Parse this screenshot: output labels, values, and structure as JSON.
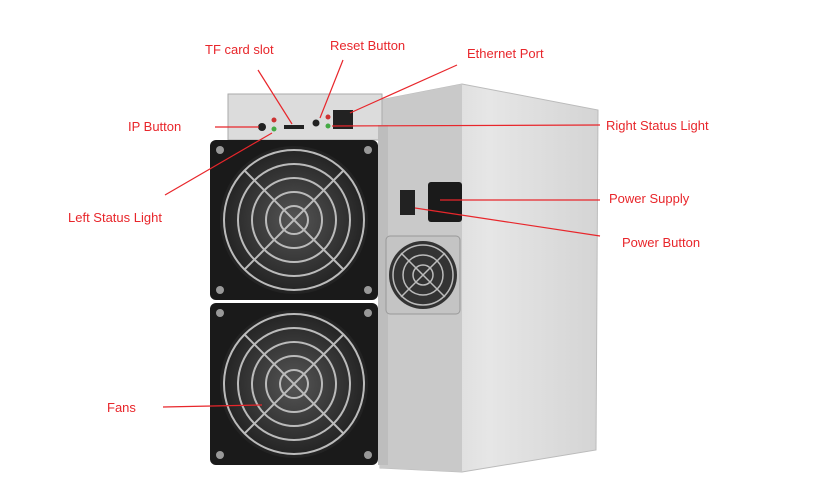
{
  "labels": {
    "tf_card_slot": "TF card slot",
    "reset_button": "Reset Button",
    "ethernet_port": "Ethernet Port",
    "ip_button": "IP Button",
    "right_status_light": "Right Status Light",
    "left_status_light": "Left Status Light",
    "power_supply": "Power Supply",
    "power_button": "Power Button",
    "fans": "Fans"
  },
  "colors": {
    "annotation": "#e8262b",
    "fan_frame": "#1a1a1a",
    "body": "#d9d9d9"
  }
}
